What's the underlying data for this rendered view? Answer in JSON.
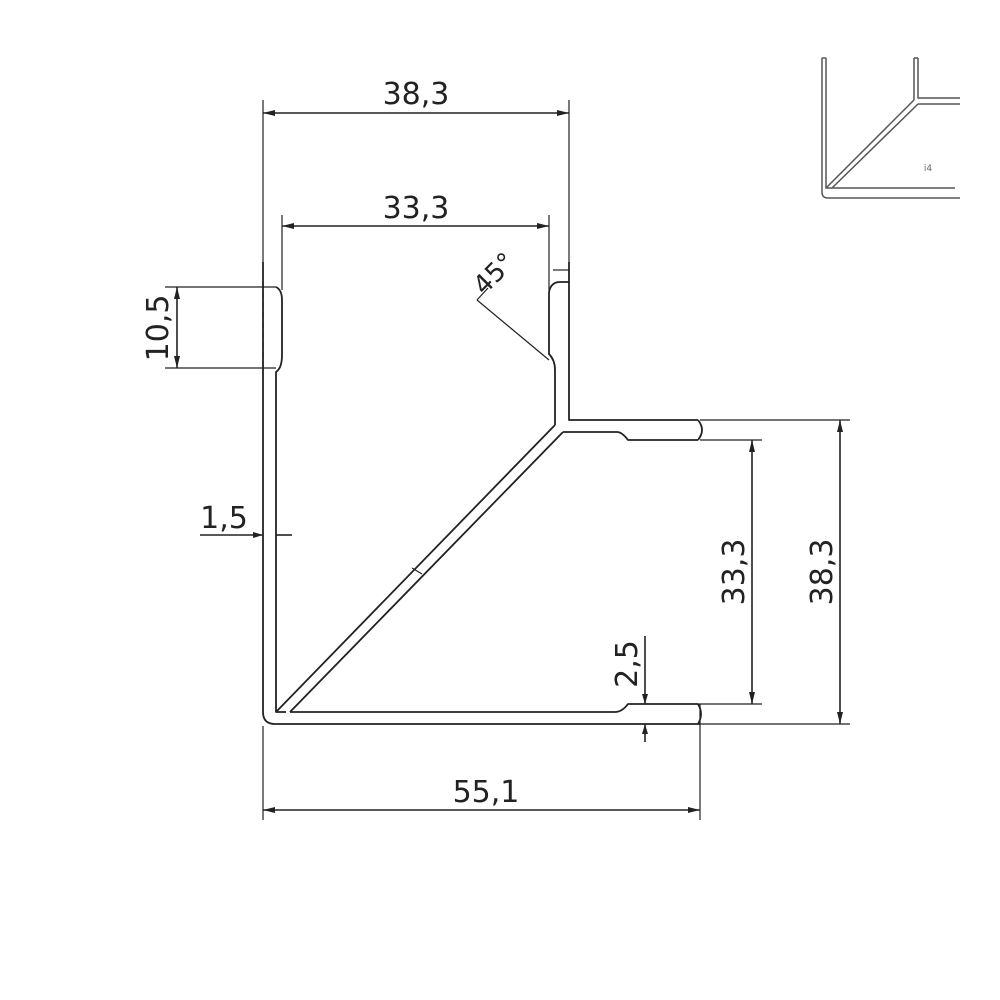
{
  "drawing": {
    "dimensions": {
      "top_outer_width": "38,3",
      "top_inner_width": "33,3",
      "angle": "45°",
      "left_notch_height": "10,5",
      "wall_thickness": "1,5",
      "right_inner_height": "33,3",
      "right_outer_height": "38,3",
      "lip_height": "2,5",
      "bottom_width": "55,1"
    },
    "thumbnail_label": "i4"
  }
}
